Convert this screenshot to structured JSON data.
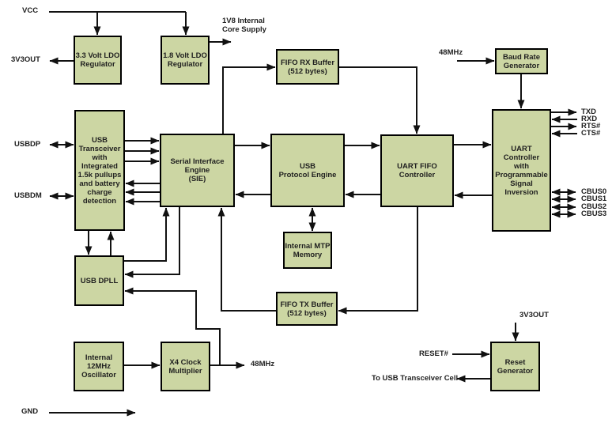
{
  "diagram": {
    "description": "USB to UART IC internal block diagram",
    "colors": {
      "background": "#ffffff",
      "block_fill": "#ccd6a3",
      "block_border": "#000000",
      "connector": "#111111",
      "text": "#1f1f1f"
    },
    "blocks": [
      {
        "id": "ldo-3v3",
        "label": "3.3 Volt LDO\nRegulator"
      },
      {
        "id": "ldo-1v8",
        "label": "1.8 Volt LDO\nRegulator"
      },
      {
        "id": "fifo-rx-buffer",
        "label": "FIFO RX Buffer\n(512 bytes)"
      },
      {
        "id": "baud-rate-generator",
        "label": "Baud Rate\nGenerator"
      },
      {
        "id": "usb-transceiver",
        "label": "USB\nTransceiver\nwith\nIntegrated\n1.5k pullups\nand battery\ncharge\ndetection"
      },
      {
        "id": "serial-interface-engine",
        "label": "Serial Interface\nEngine\n(SIE)"
      },
      {
        "id": "usb-protocol-engine",
        "label": "USB\nProtocol Engine"
      },
      {
        "id": "uart-fifo-controller",
        "label": "UART FIFO\nController"
      },
      {
        "id": "uart-controller",
        "label": "UART Controller\nwith\nProgrammable\nSignal Inversion"
      },
      {
        "id": "internal-mtp-memory",
        "label": "Internal MTP\nMemory"
      },
      {
        "id": "usb-dpll",
        "label": "USB DPLL"
      },
      {
        "id": "fifo-tx-buffer",
        "label": "FIFO TX Buffer\n(512 bytes)"
      },
      {
        "id": "internal-12mhz-oscillator",
        "label": "Internal\n12MHz\nOscillator"
      },
      {
        "id": "x4-clock-multiplier",
        "label": "X4 Clock\nMultiplier"
      },
      {
        "id": "reset-generator",
        "label": "Reset\nGenerator"
      }
    ],
    "signals": {
      "vcc": "VCC",
      "v3out_left": "3V3OUT",
      "core_supply": "1V8 Internal\nCore Supply",
      "mhz48_top": "48MHz",
      "usbdp": "USBDP",
      "usbdm": "USBDM",
      "txd": "TXD",
      "rxd": "RXD",
      "rts": "RTS#",
      "cts": "CTS#",
      "cbus0": "CBUS0",
      "cbus1": "CBUS1",
      "cbus2": "CBUS2",
      "cbus3": "CBUS3",
      "mhz48_bottom": "48MHz",
      "v3out_right": "3V3OUT",
      "reset": "RESET#",
      "to_usb_cell": "To USB Transceiver Cell",
      "gnd": "GND"
    }
  }
}
